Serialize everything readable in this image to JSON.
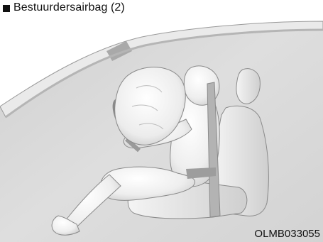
{
  "figure": {
    "section_title": "Bestuurdersairbag (2)",
    "section_marker": "black-square-bullet",
    "figure_code": "OLMB033055",
    "subject": "driver-airbag-deployment-illustration"
  },
  "colors": {
    "background": "#d9d9d9",
    "background_light": "#ececec",
    "panel_white": "#ffffff",
    "outline": "#8a8a8a",
    "text": "#111111"
  }
}
